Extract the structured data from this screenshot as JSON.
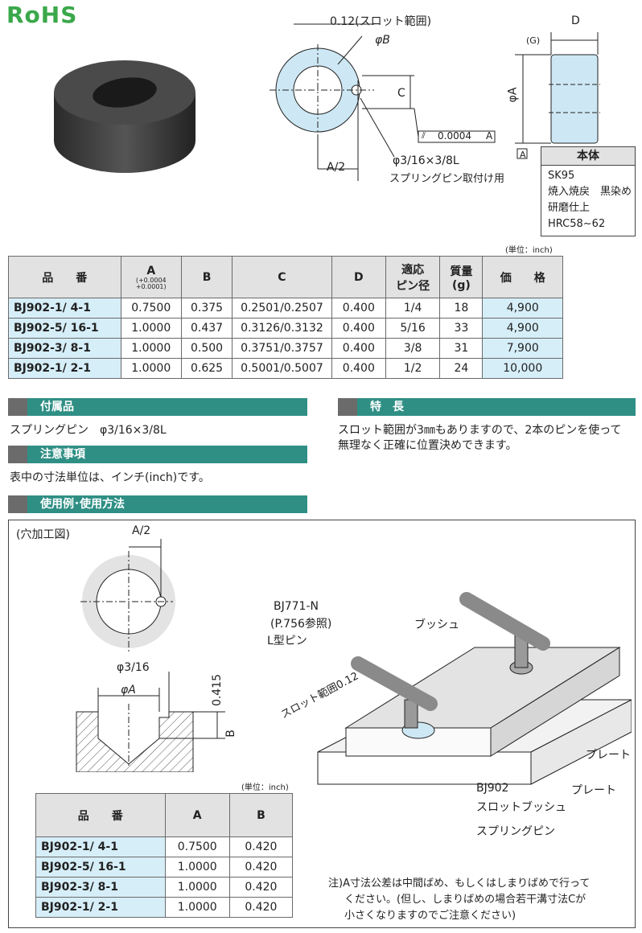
{
  "logo": "RoHS",
  "top_drawing": {
    "slot_range": "0.12(スロット範囲)",
    "phiB": "φB",
    "C": "C",
    "D": "D",
    "G": "(G)",
    "phiA": "φA",
    "A2": "A/2",
    "pin": "φ3/16×3/8L",
    "pin_note": "スプリングピン取付け用",
    "tolerance_sym": "⫽",
    "tolerance_val": "0.0004",
    "datum": "A"
  },
  "material": {
    "header": "本体",
    "lines": [
      "SK95",
      "焼入焼戻　黒染め",
      "研磨仕上",
      "HRC58~62"
    ]
  },
  "unit1": "(単位：inch)",
  "table1": {
    "headers": [
      "品　　番",
      "A",
      "B",
      "C",
      "D",
      "適応\nピン径",
      "質量\n(g)",
      "価　　格"
    ],
    "a_tol": [
      "(+0.0004",
      "+0.0001)"
    ],
    "rows": [
      {
        "code": "BJ902-1/  4-1",
        "a": "0.7500",
        "b": "0.375",
        "c": "0.2501/0.2507",
        "d": "0.400",
        "pin": "1/4",
        "mass": "18",
        "price": "4,900"
      },
      {
        "code": "BJ902-5/ 16-1",
        "a": "1.0000",
        "b": "0.437",
        "c": "0.3126/0.3132",
        "d": "0.400",
        "pin": "5/16",
        "mass": "33",
        "price": "4,900"
      },
      {
        "code": "BJ902-3/  8-1",
        "a": "1.0000",
        "b": "0.500",
        "c": "0.3751/0.3757",
        "d": "0.400",
        "pin": "3/8",
        "mass": "31",
        "price": "7,900"
      },
      {
        "code": "BJ902-1/  2-1",
        "a": "1.0000",
        "b": "0.625",
        "c": "0.5001/0.5007",
        "d": "0.400",
        "pin": "1/2",
        "mass": "24",
        "price": "10,000"
      }
    ]
  },
  "accessory": {
    "title": "付属品",
    "text": "スプリングピン　φ3/16×3/8L"
  },
  "feature": {
    "title": "特　長",
    "lines": [
      "スロット範囲が3㎜もありますので、2本のピンを使って",
      "無理なく正確に位置決めできます。"
    ]
  },
  "caution": {
    "title": "注意事項",
    "text": "表中の寸法単位は、インチ(inch)です。"
  },
  "usage": {
    "title": "使用例･使用方法",
    "hole_title": "(穴加工図)",
    "A2": "A/2",
    "phi316": "φ3/16",
    "phiA": "φA",
    "d0415": "0.415",
    "B": "B",
    "labels": {
      "bj771": "BJ771-N",
      "bj771_ref": "(P.756参照)",
      "lpin": "L型ピン",
      "bush": "ブッシュ",
      "slot": "スロット範囲0.12",
      "plate1": "プレート",
      "plate2": "プレート",
      "bj902": "BJ902",
      "slotbush": "スロットブッシュ",
      "spring": "スプリングピン"
    },
    "unit": "(単位：inch)",
    "table2": {
      "headers": [
        "品　　番",
        "A",
        "B"
      ],
      "rows": [
        {
          "code": "BJ902-1/  4-1",
          "a": "0.7500",
          "b": "0.420"
        },
        {
          "code": "BJ902-5/ 16-1",
          "a": "1.0000",
          "b": "0.420"
        },
        {
          "code": "BJ902-3/  8-1",
          "a": "1.0000",
          "b": "0.420"
        },
        {
          "code": "BJ902-1/  2-1",
          "a": "1.0000",
          "b": "0.420"
        }
      ]
    },
    "note_lines": [
      "注)A寸法公差は中間ばめ、もしくはしまりばめで行って",
      "ください。(但し、しまりばめの場合若干溝寸法Cが",
      "小さくなりますのでご注意ください)"
    ]
  }
}
